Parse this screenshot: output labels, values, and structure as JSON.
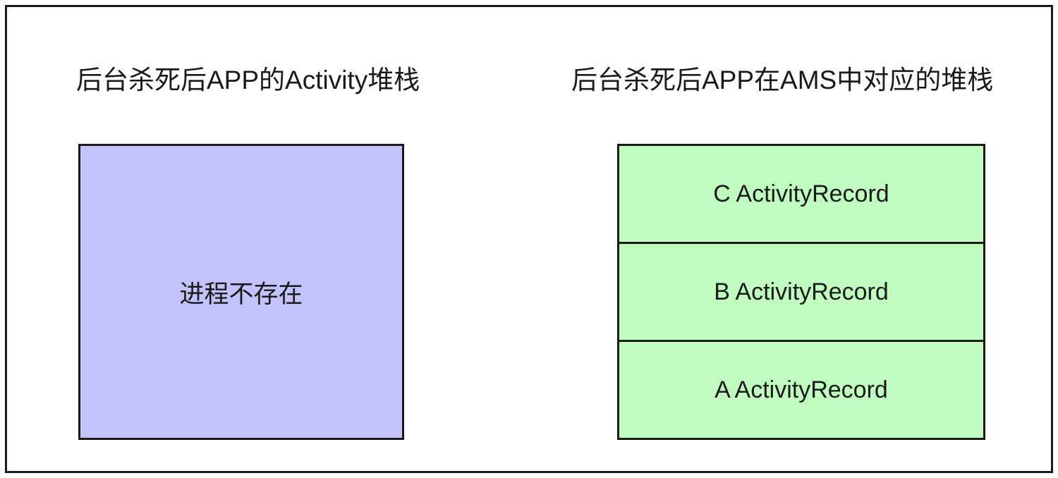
{
  "diagram": {
    "background_color": "#ffffff",
    "frame_border_color": "#1a1a1a",
    "text_color": "#1a1a1a",
    "columns": {
      "left": {
        "title": "后台杀死后APP的Activity堆栈",
        "box": {
          "fill_color": "#c3c3fc",
          "border_color": "#1a1a1a",
          "label": "进程不存在"
        }
      },
      "right": {
        "title": "后台杀死后APP在AMS中对应的堆栈",
        "stack": {
          "fill_color": "#c0fbc0",
          "border_color": "#1a1a1a",
          "cells": [
            {
              "label": "C ActivityRecord"
            },
            {
              "label": "B ActivityRecord"
            },
            {
              "label": "A ActivityRecord"
            }
          ]
        }
      }
    }
  }
}
